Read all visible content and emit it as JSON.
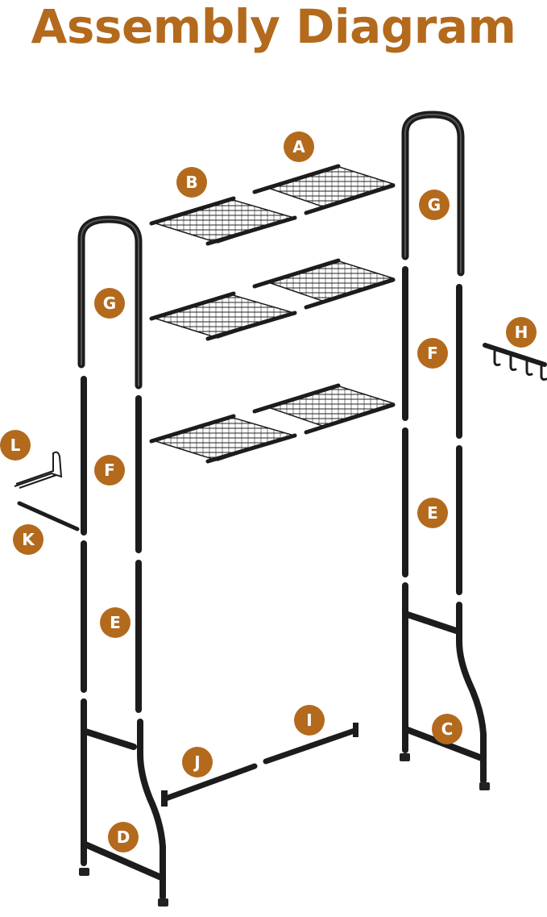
{
  "title": "Assembly Diagram",
  "colors": {
    "accent": "#b36a1d",
    "metal": "#1c1c1c",
    "background": "#ffffff"
  },
  "parts": [
    {
      "id": "A"
    },
    {
      "id": "B"
    },
    {
      "id": "C"
    },
    {
      "id": "D"
    },
    {
      "id": "E"
    },
    {
      "id": "E"
    },
    {
      "id": "F"
    },
    {
      "id": "F"
    },
    {
      "id": "G"
    },
    {
      "id": "G"
    },
    {
      "id": "H"
    },
    {
      "id": "I"
    },
    {
      "id": "J"
    },
    {
      "id": "K"
    },
    {
      "id": "L"
    }
  ]
}
